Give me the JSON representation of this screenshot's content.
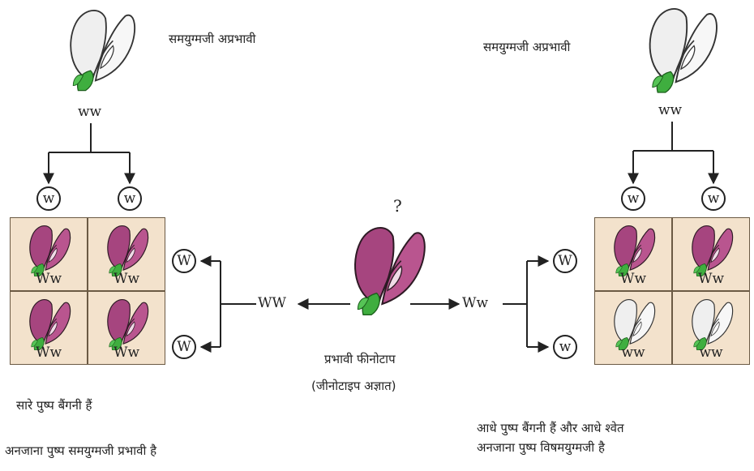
{
  "left": {
    "parent_label": "समयुग्मजी अप्रभावी",
    "parent_genotype": "ww",
    "gametes_top": [
      "w",
      "w"
    ],
    "gametes_side": [
      "W",
      "W"
    ],
    "cells": [
      "Ww",
      "Ww",
      "Ww",
      "Ww"
    ],
    "arrow_label": "WW",
    "caption1": "सारे पुष्प बैंगनी हैं",
    "caption2": "अनजाना पुष्प समयुग्मजी प्रभावी है"
  },
  "center": {
    "question": "?",
    "label1": "प्रभावी फीनोटाप",
    "label2": "(जीनोटाइप अज्ञात)"
  },
  "right": {
    "parent_label": "समयुग्मजी अप्रभावी",
    "parent_genotype": "ww",
    "gametes_top": [
      "w",
      "w"
    ],
    "gametes_side": [
      "W",
      "w"
    ],
    "cells": [
      "Ww",
      "Ww",
      "ww",
      "ww"
    ],
    "arrow_label": "Ww",
    "caption1": "आधे पुष्प बैंगनी हैं और आधे श्वेत",
    "caption2": "अनजाना पुष्प विषमयुग्मजी है"
  },
  "colors": {
    "purple": "#a6457f",
    "white": "#ececec",
    "leaf": "#3fae3f",
    "cell_bg": "#f3e2cc"
  },
  "icons": [
    "flower-icon-white",
    "flower-icon-purple"
  ]
}
